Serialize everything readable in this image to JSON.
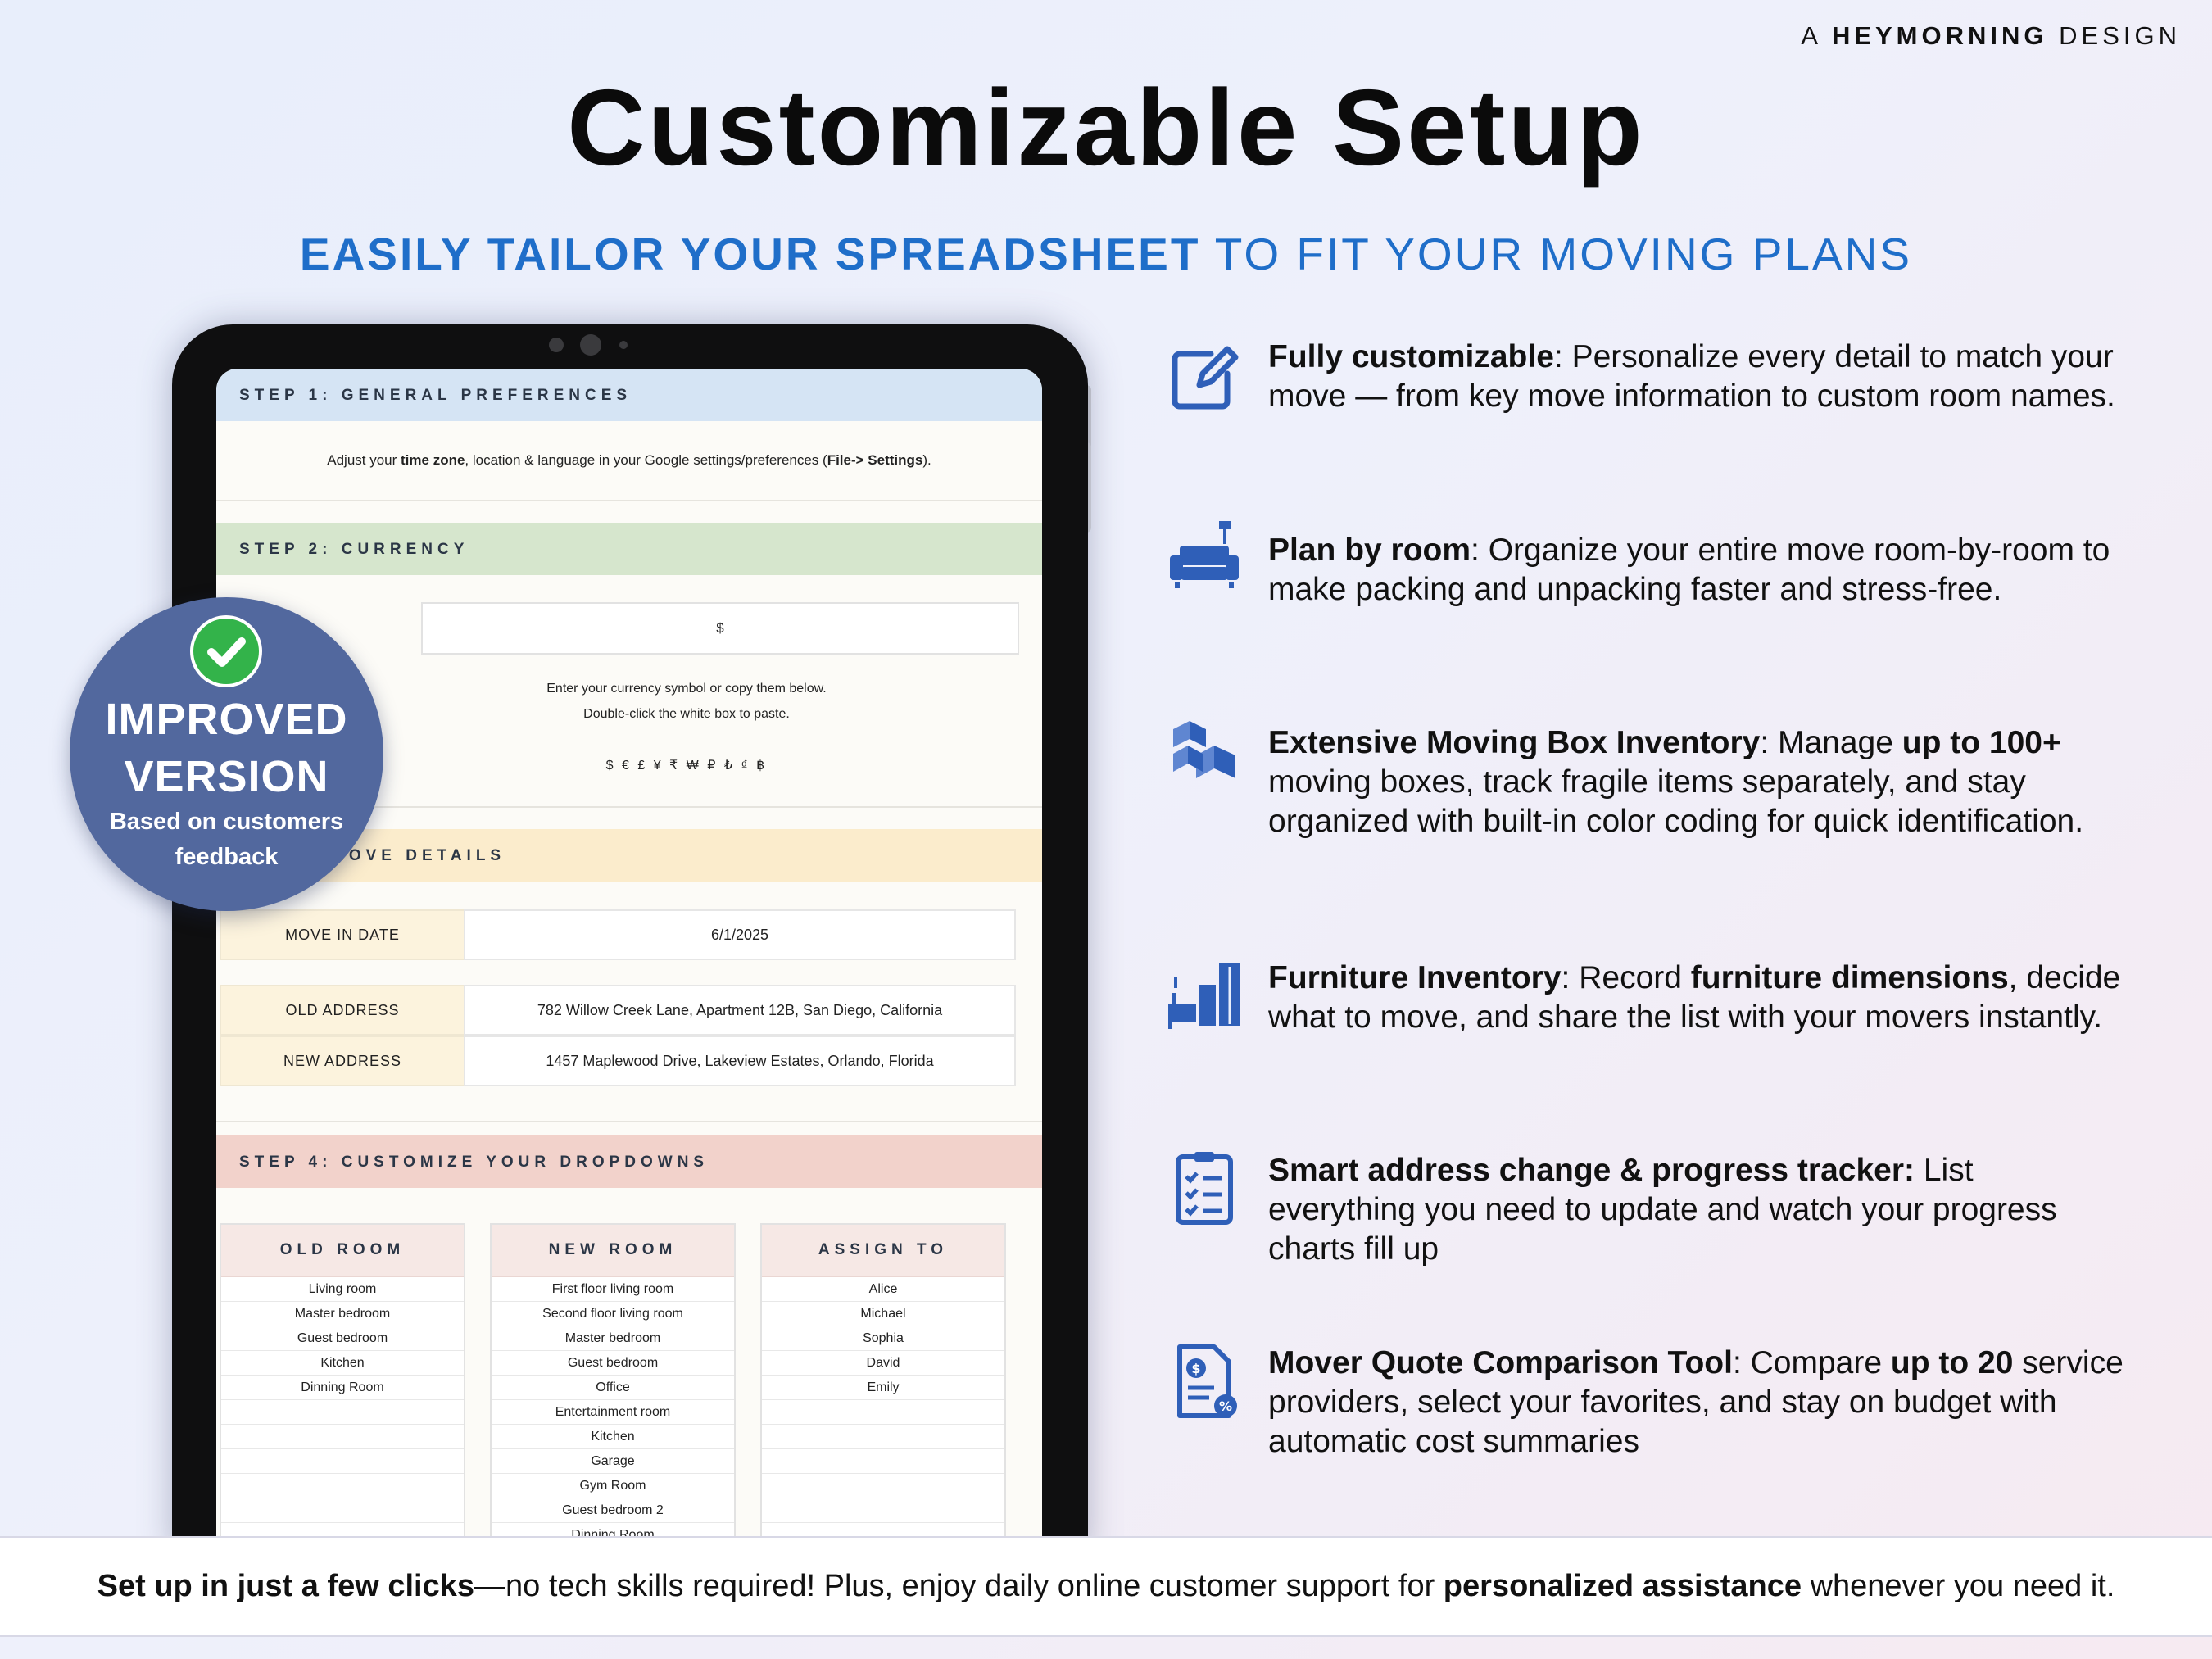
{
  "brand": {
    "prefix": "A",
    "name": "HEYMORNING",
    "suffix": "DESIGN"
  },
  "title": "Customizable Setup",
  "subtitle": {
    "bold": "EASILY TAILOR YOUR SPREADSHEET",
    "rest": "TO FIT YOUR MOVING PLANS"
  },
  "spreadsheet": {
    "step1": {
      "label": "STEP 1: GENERAL PREFERENCES",
      "note_a": "Adjust your ",
      "note_b": "time zone",
      "note_c": ", location & language in your Google settings/preferences (",
      "note_d": "File-> Settings",
      "note_e": ")."
    },
    "step2": {
      "label": "STEP 2: CURRENCY",
      "currency_value": "$",
      "note_line1": "Enter your currency symbol or copy them below.",
      "note_line2": "Double-click the white box to paste.",
      "symbols": "$ € £ ¥ ₹ ₩ ₽ ₺ ₫ ฿"
    },
    "step3": {
      "label": "MOVE DETAILS",
      "move_in_label": "MOVE IN DATE",
      "move_in_value": "6/1/2025",
      "old_address_label": "OLD ADDRESS",
      "old_address_value": "782 Willow Creek Lane, Apartment 12B, San Diego, California",
      "new_address_label": "NEW ADDRESS",
      "new_address_value": "1457 Maplewood Drive, Lakeview Estates, Orlando, Florida"
    },
    "step4": {
      "label": "STEP 4: CUSTOMIZE YOUR DROPDOWNS",
      "columns": [
        {
          "header": "OLD ROOM",
          "items": [
            "Living room",
            "Master bedroom",
            "Guest bedroom",
            "Kitchen",
            "Dinning Room",
            "",
            "",
            "",
            "",
            "",
            ""
          ]
        },
        {
          "header": "NEW ROOM",
          "items": [
            "First floor living room",
            "Second floor living room",
            "Master bedroom",
            "Guest bedroom",
            "Office",
            "Entertainment room",
            "Kitchen",
            "Garage",
            "Gym Room",
            "Guest bedroom 2",
            "Dinning Room"
          ]
        },
        {
          "header": "ASSIGN TO",
          "items": [
            "Alice",
            "Michael",
            "Sophia",
            "David",
            "Emily",
            "",
            "",
            "",
            "",
            "",
            ""
          ]
        }
      ]
    }
  },
  "badge": {
    "line1": "IMPROVED",
    "line2": "VERSION",
    "sub1": "Based on customers",
    "sub2": "feedback"
  },
  "features": [
    {
      "icon": "edit-icon",
      "parts": [
        {
          "b": "Fully customizable"
        },
        {
          "t": ": Personalize every detail to match your move — from key move information to custom room names."
        }
      ]
    },
    {
      "icon": "sofa-icon",
      "parts": [
        {
          "b": "Plan by room"
        },
        {
          "t": ": Organize your entire move room-by-room to make packing and unpacking faster and stress-free."
        }
      ]
    },
    {
      "icon": "boxes-icon",
      "parts": [
        {
          "b": "Extensive Moving Box Inventory"
        },
        {
          "t": ": Manage "
        },
        {
          "b": "up to 100+"
        },
        {
          "t": " moving boxes, track fragile items separately, and stay organized with built-in color coding for quick identification."
        }
      ]
    },
    {
      "icon": "furniture-icon",
      "parts": [
        {
          "b": "Furniture Inventory"
        },
        {
          "t": ": Record "
        },
        {
          "b": "furniture dimensions"
        },
        {
          "t": ", decide what to move, and share the list with your movers instantly."
        }
      ]
    },
    {
      "icon": "checklist-icon",
      "parts": [
        {
          "b": "Smart address change & progress tracker:"
        },
        {
          "t": " List everything you need to update and watch your progress charts fill up"
        }
      ]
    },
    {
      "icon": "quote-icon",
      "parts": [
        {
          "b": "Mover Quote Comparison Tool"
        },
        {
          "t": ": Compare "
        },
        {
          "b": "up to 20"
        },
        {
          "t": " service providers, select your favorites, and stay on budget with automatic cost summaries"
        }
      ]
    }
  ],
  "footer": {
    "b1": "Set up in just a few clicks",
    "t1": "—no tech skills required! Plus, enjoy daily online customer support for ",
    "b2": "personalized assistance",
    "t2": " whenever you need it."
  },
  "colors": {
    "accent": "#1f6ec9",
    "icon": "#2f5fb8",
    "badge": "#52689e",
    "check": "#33b34a"
  }
}
